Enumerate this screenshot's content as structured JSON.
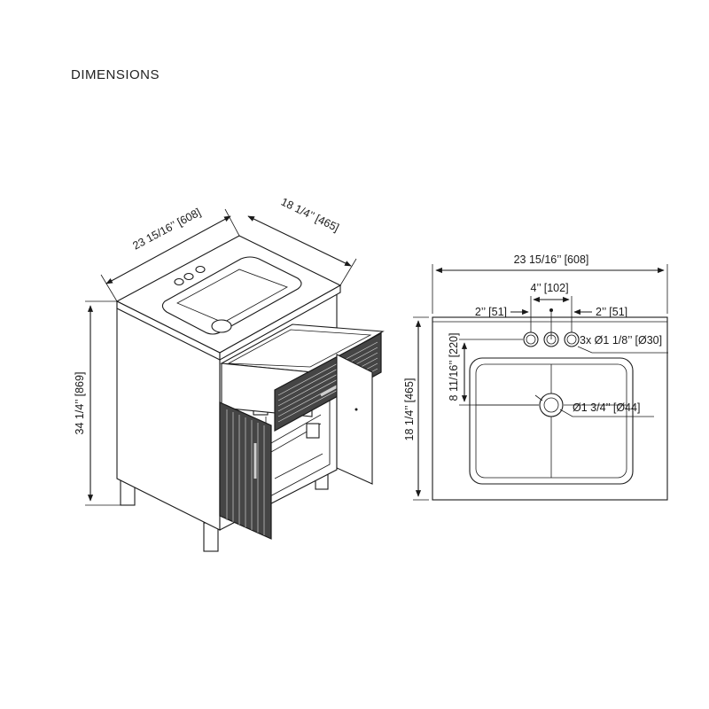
{
  "page": {
    "heading": "DIMENSIONS"
  },
  "isometric_view": {
    "width_label": "23 15/16’’ [608]",
    "depth_label": "18 1/4’’ [465]",
    "height_label": "34 1/4’’ [869]"
  },
  "top_view": {
    "overall_width_label": "23 15/16’’ [608]",
    "faucet_spread_label": "4’’ [102]",
    "left_offset_label": "2’’ [51]",
    "right_offset_label": "2’’ [51]",
    "faucet_holes_label": "3x Ø1 1/8’’ [Ø30]",
    "faucet_depth_label": "8 11/16’’ [220]",
    "depth_label": "18 1/4’’ [465]",
    "drain_label": "Ø1 3/4’’ [Ø44]"
  }
}
